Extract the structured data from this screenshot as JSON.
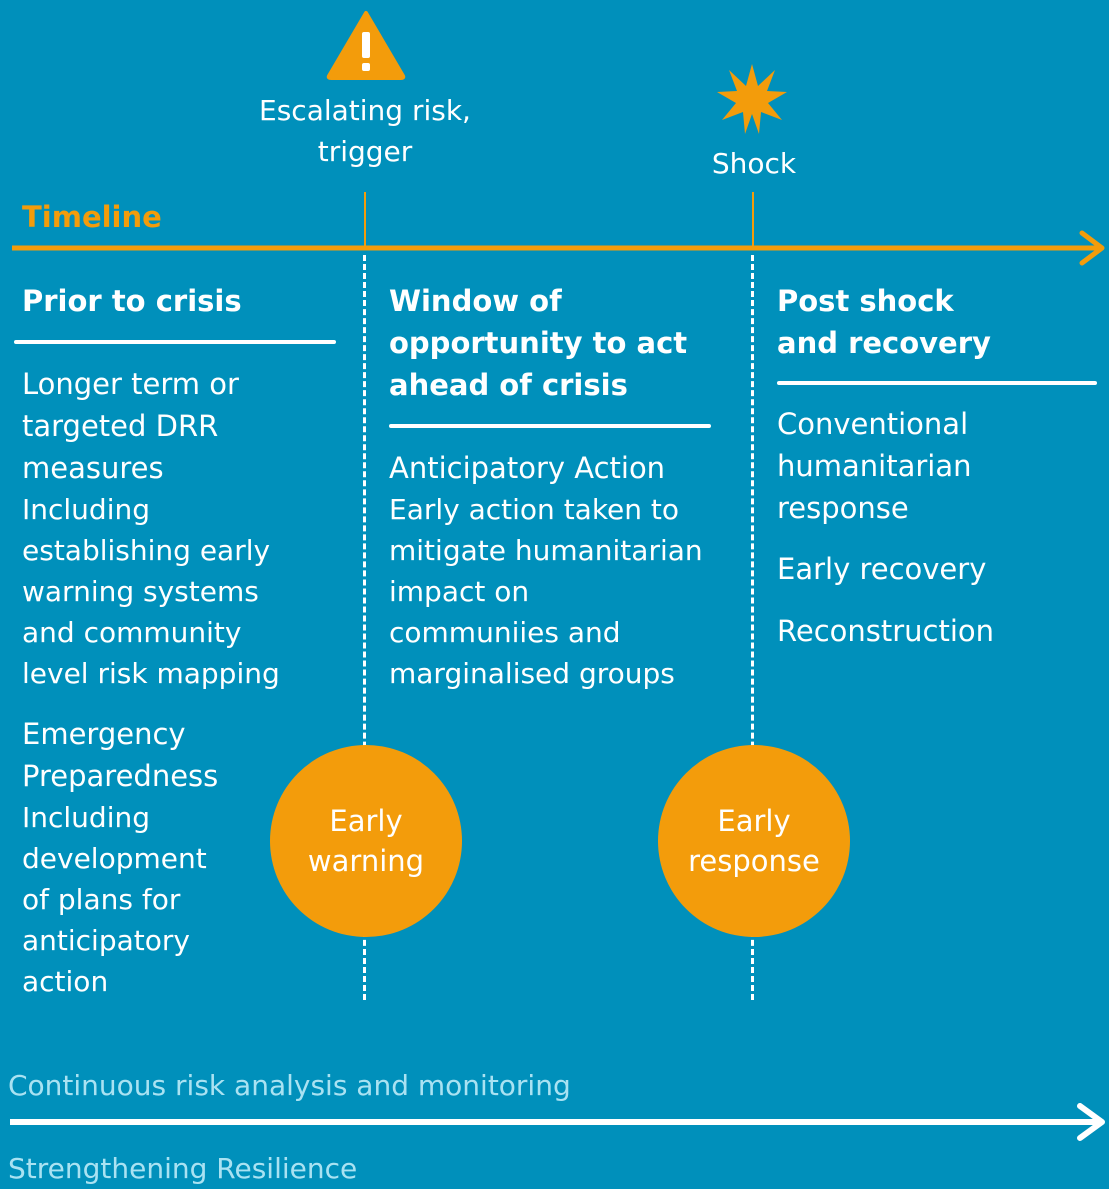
{
  "markers": {
    "trigger_label_line1": "Escalating risk,",
    "trigger_label_line2": "trigger",
    "shock_label": "Shock"
  },
  "timeline": {
    "label": "Timeline"
  },
  "columns": {
    "prior": {
      "heading": "Prior to crisis",
      "drr_title_1": "Longer term or",
      "drr_title_2": "targeted DRR",
      "drr_title_3": "measures",
      "drr_desc_1": "Including",
      "drr_desc_2": "establishing early",
      "drr_desc_3": "warning systems",
      "drr_desc_4": "and community",
      "drr_desc_5": "level risk mapping",
      "prep_title_1": "Emergency",
      "prep_title_2": "Preparedness",
      "prep_desc_1": "Including",
      "prep_desc_2": "development",
      "prep_desc_3": "of plans for",
      "prep_desc_4": "anticipatory",
      "prep_desc_5": "action"
    },
    "window": {
      "heading_1": "Window of",
      "heading_2": "opportunity to act",
      "heading_3": "ahead of crisis",
      "aa_title": "Anticipatory Action",
      "aa_desc_1": "Early action taken to",
      "aa_desc_2": "mitigate humanitarian",
      "aa_desc_3": "impact on",
      "aa_desc_4": "communiies and",
      "aa_desc_5": "marginalised groups"
    },
    "post": {
      "heading_1": "Post shock",
      "heading_2": "and recovery",
      "item1_1": "Conventional",
      "item1_2": "humanitarian",
      "item1_3": "response",
      "item2": "Early recovery",
      "item3": "Reconstruction"
    }
  },
  "circles": {
    "early_warning_1": "Early",
    "early_warning_2": "warning",
    "early_response_1": "Early",
    "early_response_2": "response"
  },
  "bottom": {
    "monitoring": "Continuous risk analysis and monitoring",
    "resilience": "Strengthening Resilience"
  },
  "colors": {
    "background": "#0090bb",
    "accent": "#f39c0b",
    "text": "#ffffff",
    "muted_text": "#a9e2f2"
  },
  "icons": [
    "warning-triangle-icon",
    "shock-burst-icon",
    "arrow-right-icon"
  ]
}
